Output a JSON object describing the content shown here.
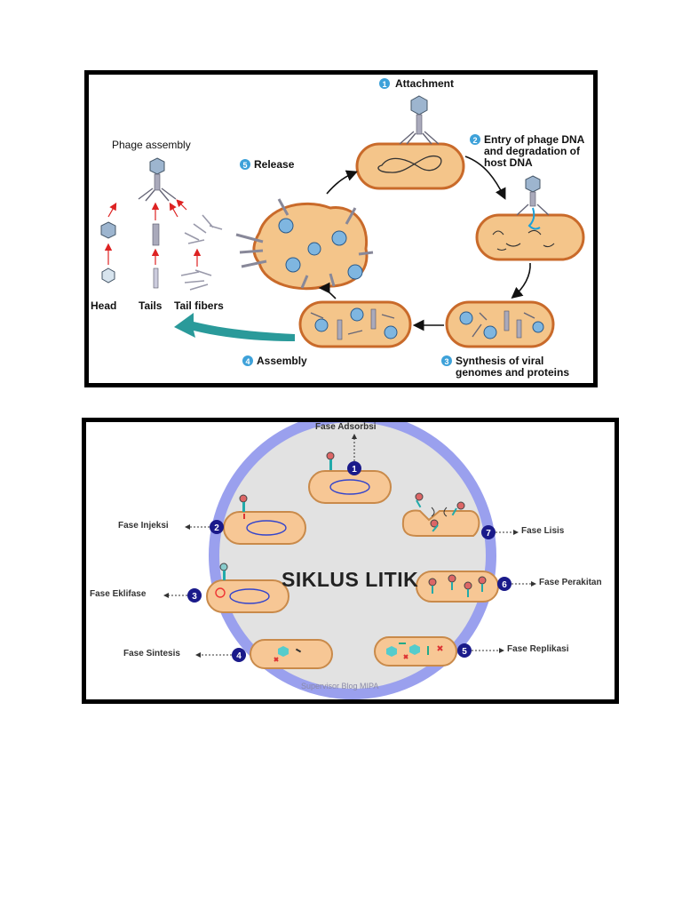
{
  "diagram1": {
    "steps": [
      {
        "num": "1",
        "label": "Attachment"
      },
      {
        "num": "2",
        "label": "Entry of phage DNA and degradation of host DNA"
      },
      {
        "num": "3",
        "label": "Synthesis of viral genomes and proteins"
      },
      {
        "num": "4",
        "label": "Assembly"
      },
      {
        "num": "5",
        "label": "Release"
      }
    ],
    "assembly": {
      "title": "Phage assembly",
      "parts": [
        "Head",
        "Tails",
        "Tail fibers"
      ]
    },
    "colors": {
      "cell_fill": "#f4c58a",
      "cell_border": "#c96a2a",
      "step_badge": "#3da1d9",
      "arrow_teal": "#2a9a9a"
    }
  },
  "diagram2": {
    "title": "SIKLUS LITIK",
    "watermark": "Supervisor Blog MIPA",
    "phases": [
      {
        "num": "1",
        "label": "Fase Adsorbsi"
      },
      {
        "num": "2",
        "label": "Fase Injeksi"
      },
      {
        "num": "3",
        "label": "Fase Eklifase"
      },
      {
        "num": "4",
        "label": "Fase Sintesis"
      },
      {
        "num": "5",
        "label": "Fase Replikasi"
      },
      {
        "num": "6",
        "label": "Fase Perakitan"
      },
      {
        "num": "7",
        "label": "Fase Lisis"
      }
    ],
    "colors": {
      "ring": "#9aa0ee",
      "disc": "#e2e2e2",
      "cell_fill": "#f7c795",
      "cell_border": "#c98a4a",
      "badge": "#1a1a8a"
    }
  }
}
